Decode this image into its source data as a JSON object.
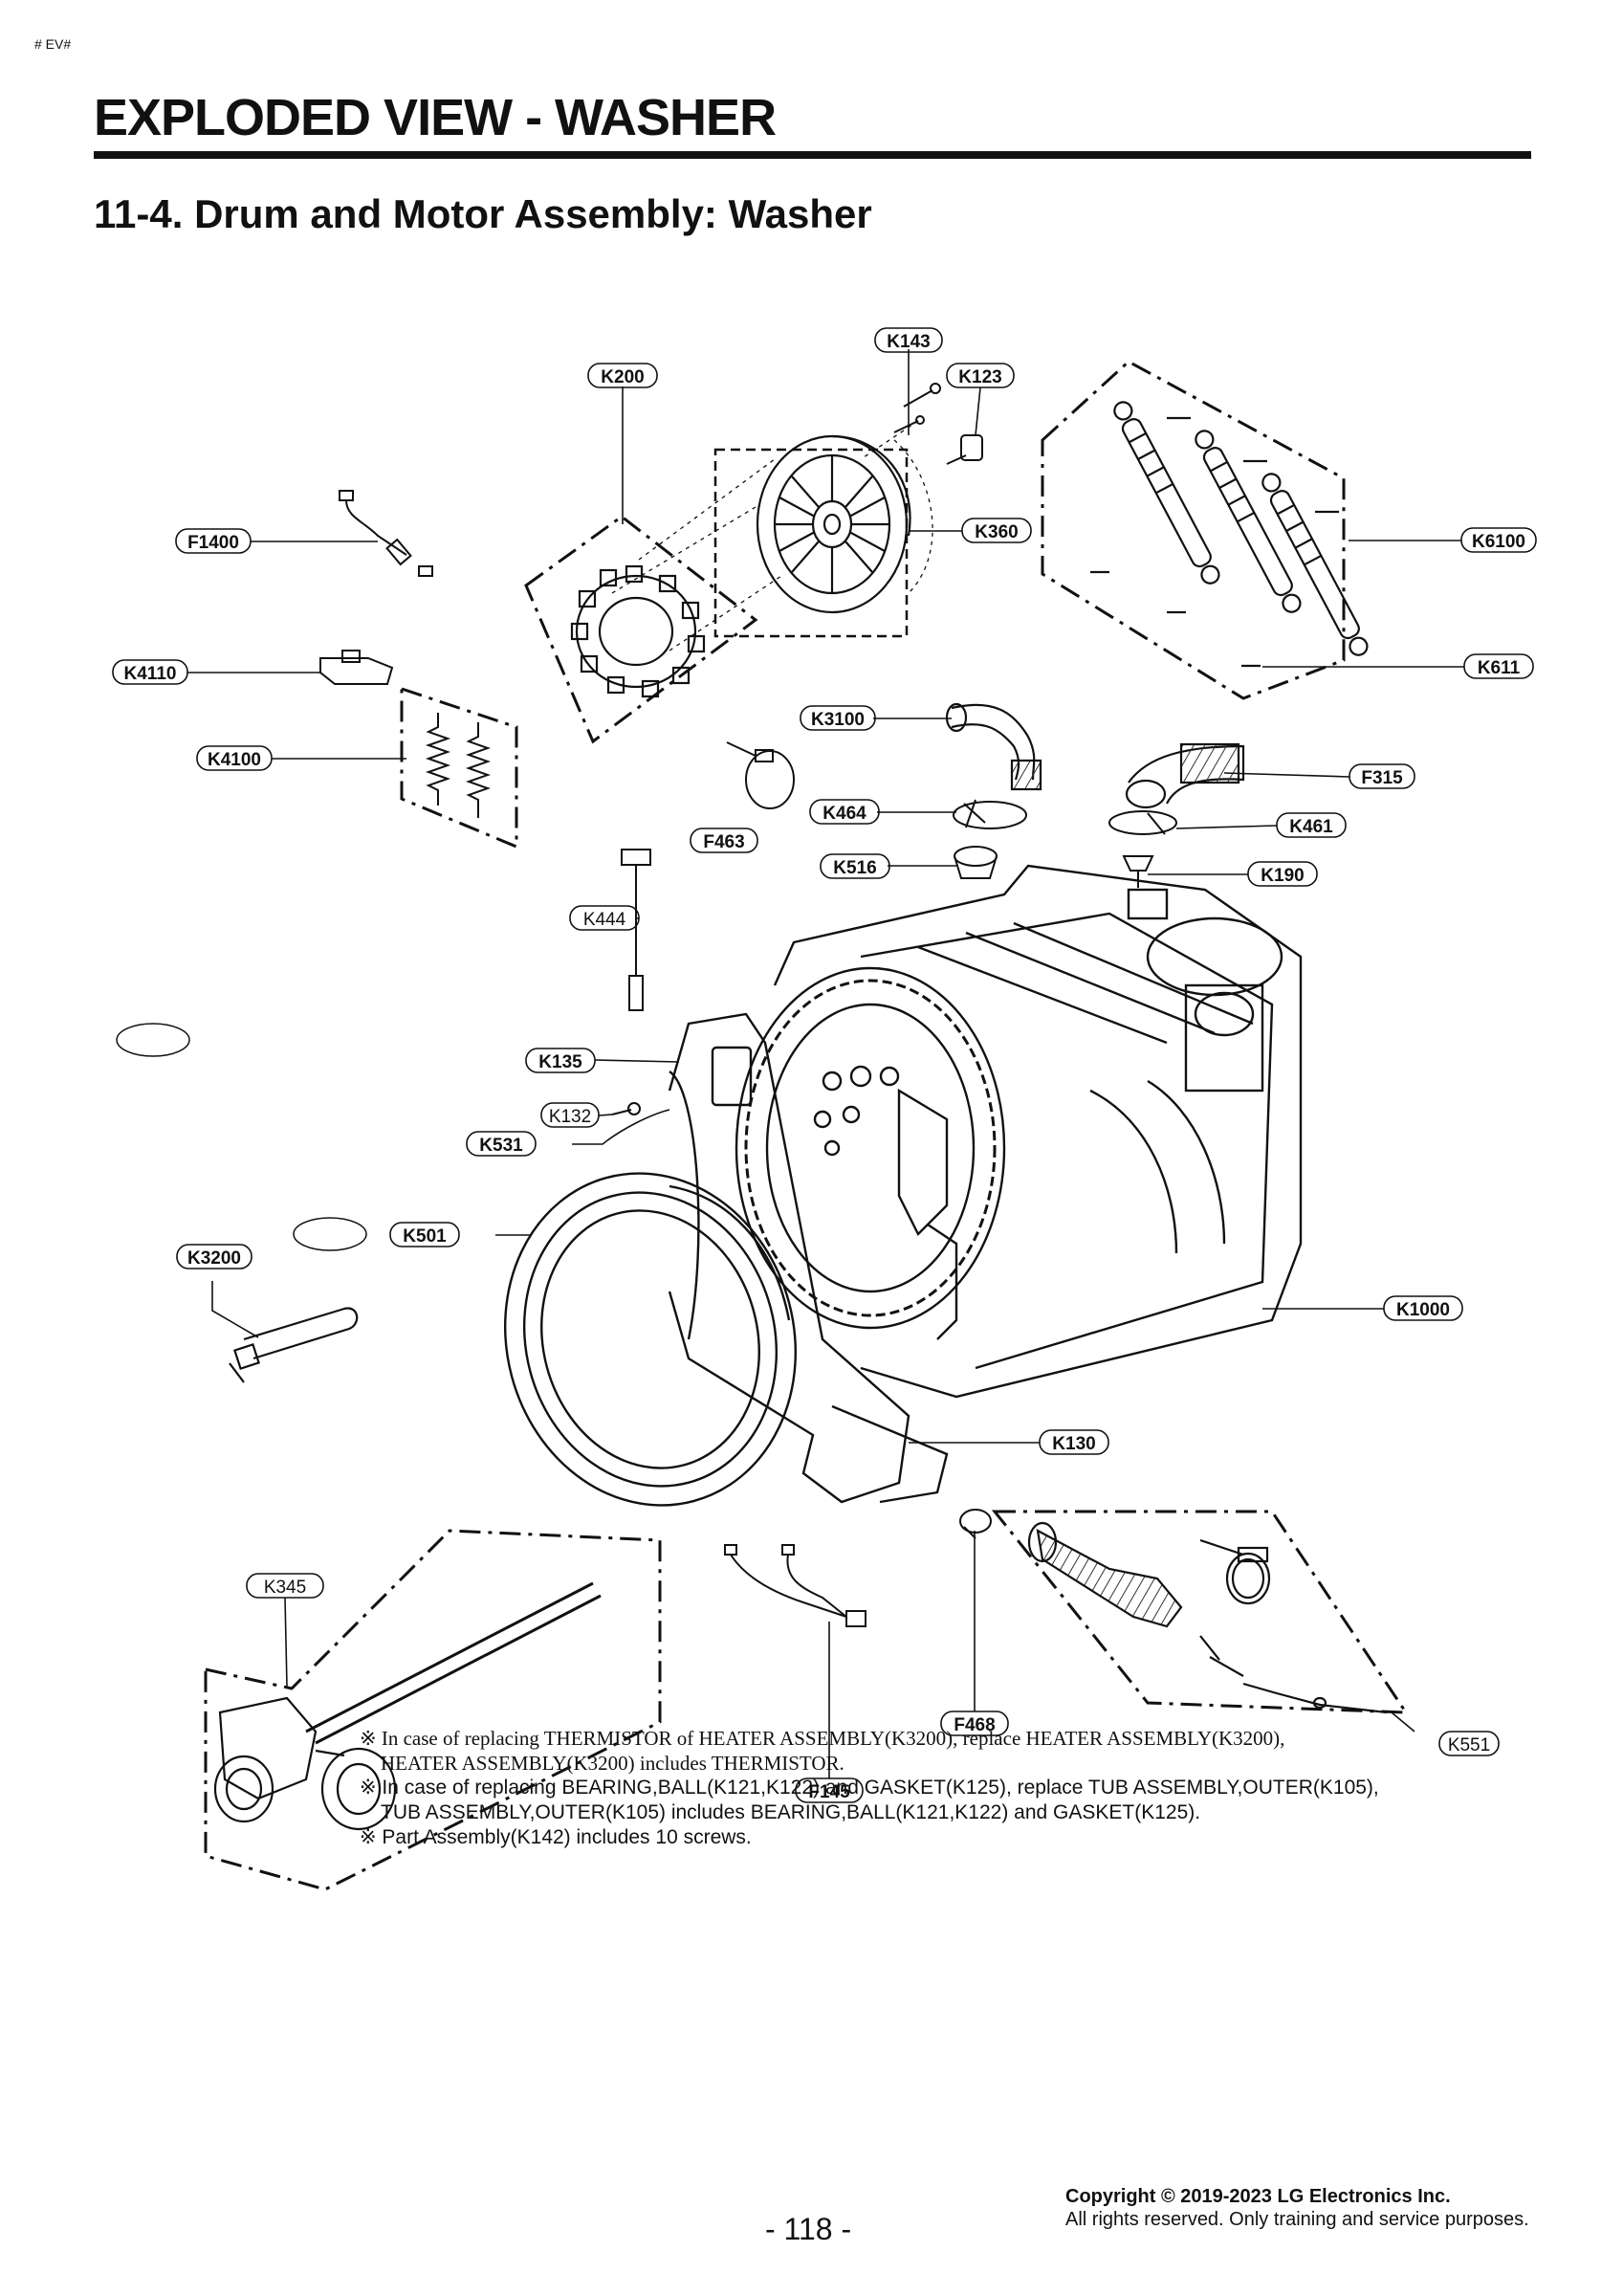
{
  "page_tag": "# EV#",
  "title": "EXPLODED VIEW - WASHER",
  "section_title": "11-4. Drum and Motor Assembly: Washer",
  "labels": {
    "K143": "K143",
    "K123": "K123",
    "K200": "K200",
    "K360": "K360",
    "K6100": "K6100",
    "F1400": "F1400",
    "K4110": "K4110",
    "K611": "K611",
    "K3100": "K3100",
    "K4100": "K4100",
    "F315": "F315",
    "K464": "K464",
    "F463": "F463",
    "K461": "K461",
    "K516": "K516",
    "K190": "K190",
    "K444": "K444",
    "K135": "K135",
    "K132": "K132",
    "K531": "K531",
    "K501": "K501",
    "K3200": "K3200",
    "K1000": "K1000",
    "K130": "K130",
    "K345": "K345",
    "F468": "F468",
    "K551": "K551",
    "F145": "F145"
  },
  "notes": [
    "※ In case of replacing THERMISTOR of HEATER ASSEMBLY(K3200), replace HEATER ASSEMBLY(K3200),",
    "HEATER ASSEMBLY(K3200) includes THERMISTOR.",
    "※ In case of replacing BEARING,BALL(K121,K122) and GASKET(K125), replace TUB ASSEMBLY,OUTER(K105),",
    "TUB ASSEMBLY,OUTER(K105) includes BEARING,BALL(K121,K122) and GASKET(K125).",
    "※ Part Assembly(K142) includes 10 screws."
  ],
  "copyright_line1": "Copyright © 2019-2023 LG Electronics Inc.",
  "copyright_line2": "All rights reserved. Only training and service purposes.",
  "page_number": "- 118 -"
}
